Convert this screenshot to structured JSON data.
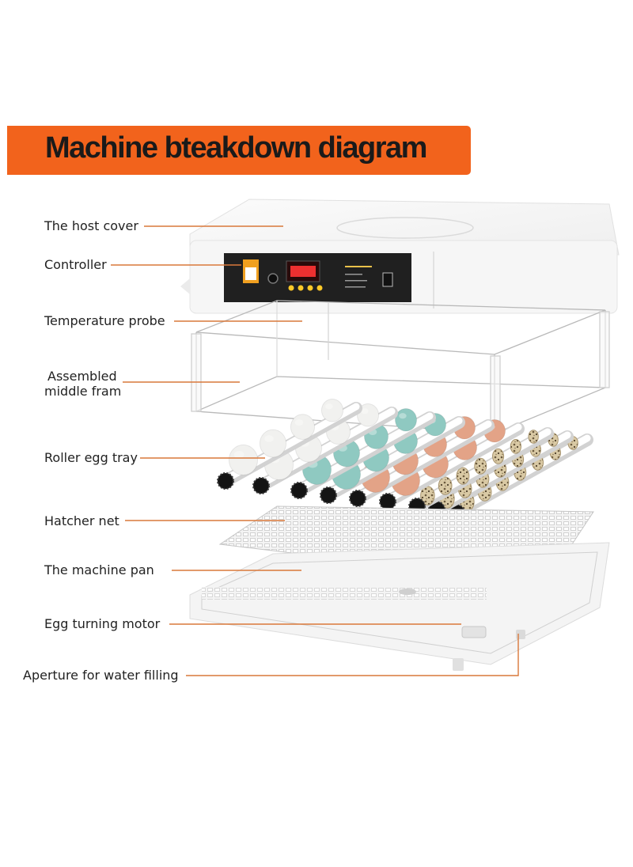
{
  "title": "Machine bteakdown diagram",
  "labels": {
    "host_cover": "The host cover",
    "controller": "Controller",
    "temperature_probe": "Temperature probe",
    "middle_frame_line1": "Assembled",
    "middle_frame_line2": "middle fram",
    "egg_tray": "Roller egg tray",
    "hatcher_net": "Hatcher net",
    "machine_pan": "The machine pan",
    "turning_motor": "Egg turning motor",
    "water_aperture": "Aperture for water filling"
  },
  "colors": {
    "accent": "#f2631c",
    "leader": "#d9783a"
  },
  "eggs": [
    {
      "color": "#f1f1ef"
    },
    {
      "color": "#f1f1ef"
    },
    {
      "color": "#8fc9c1"
    },
    {
      "color": "#8fc9c1"
    },
    {
      "color": "#e3a387"
    },
    {
      "color": "#e3a387"
    },
    {
      "color": "quail"
    },
    {
      "color": "quail"
    },
    {
      "color": "quail"
    }
  ]
}
